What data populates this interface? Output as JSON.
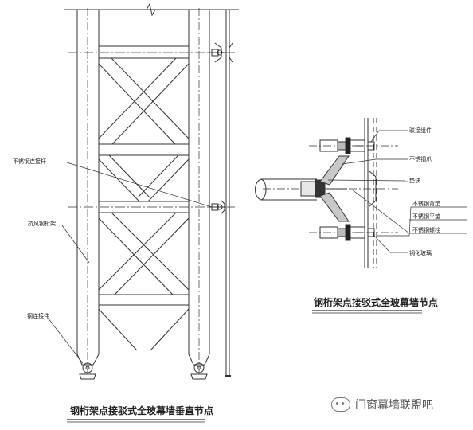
{
  "left_drawing": {
    "title": "钢桁架点接驳式全玻幕墙垂直节点",
    "labels": {
      "stainless_rod": "不锈钢连接杆",
      "wind_truss": "抗风钢桁架",
      "connector": "钢连接件"
    }
  },
  "right_drawing": {
    "title": "钢桁架点接驳式全玻幕墙节点",
    "labels": {
      "spider_assembly": "驳接组件",
      "stainless_claw": "不锈钢爪",
      "washer": "垫块",
      "stainless_pad": "不锈钢背垫",
      "stainless_flat": "不锈钢平垫",
      "stainless_bolt": "不锈钢螺栓",
      "tempered_glass": "钢化玻璃"
    }
  },
  "watermark": {
    "text": "门窗幕墙联盟吧",
    "icon": "wechat-icon"
  }
}
